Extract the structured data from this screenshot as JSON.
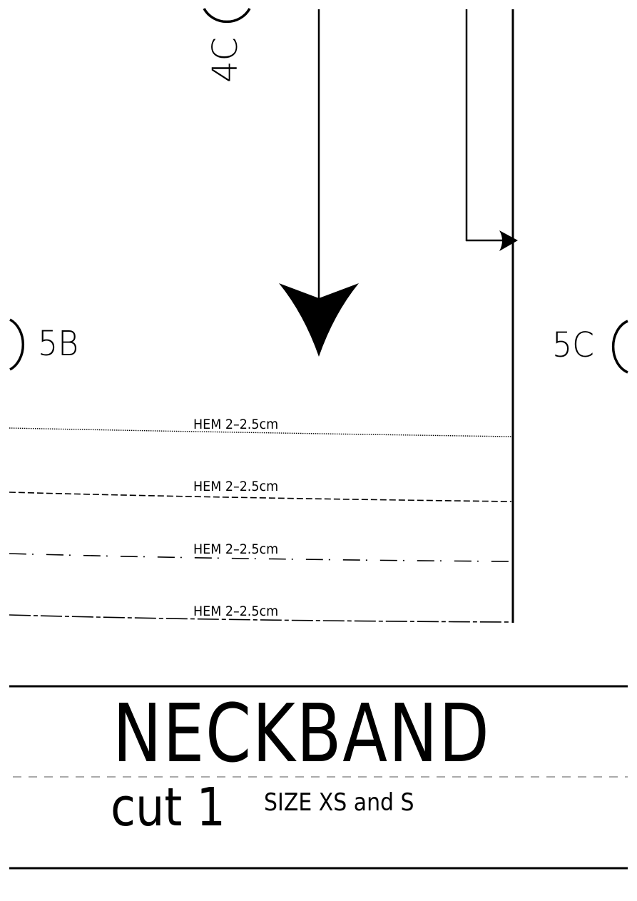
{
  "pattern_piece": {
    "notches": [
      {
        "id": "4C",
        "label": "4C",
        "orientation": "rotated-90"
      },
      {
        "id": "5B",
        "label": "5B"
      },
      {
        "id": "5C",
        "label": "5C"
      }
    ],
    "grainline": {
      "direction": "down"
    },
    "fold_arrow": {
      "direction": "right"
    },
    "hem_lines": [
      {
        "label": "HEM 2–2.5cm",
        "style": "dotted"
      },
      {
        "label": "HEM 2–2.5cm",
        "style": "dashed"
      },
      {
        "label": "HEM 2–2.5cm",
        "style": "dash-dot"
      },
      {
        "label": "HEM 2–2.5cm",
        "style": "long-dash"
      }
    ]
  },
  "neckband": {
    "title": "NECKBAND",
    "cut_label": "cut 1",
    "size_label": "SIZE XS and S"
  },
  "colors": {
    "ink": "#000000",
    "paper": "#ffffff"
  }
}
